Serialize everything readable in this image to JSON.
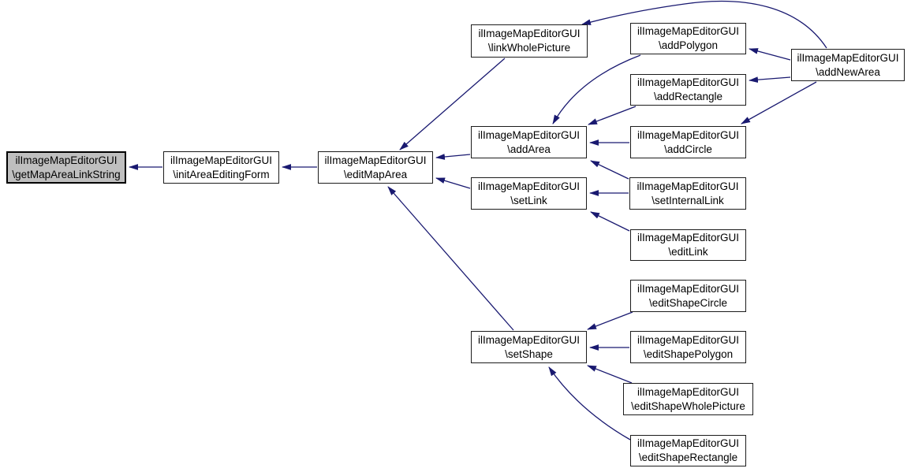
{
  "diagram": {
    "title": "ilImageMapEditorGUI::getMapAreaLinkString caller graph",
    "type": "caller-graph",
    "colors": {
      "arrow": "#191970",
      "node_border": "#1c1c1c",
      "node_fill": "#ffffff",
      "highlight_fill": "#bfbfbf",
      "text": "#000000",
      "background": "#ffffff"
    },
    "nodes": [
      {
        "id": "getMapAreaLinkString",
        "line1": "ilImageMapEditorGUI",
        "line2": "\\getMapAreaLinkString",
        "highlighted": true
      },
      {
        "id": "initAreaEditingForm",
        "line1": "ilImageMapEditorGUI",
        "line2": "\\initAreaEditingForm",
        "highlighted": false
      },
      {
        "id": "editMapArea",
        "line1": "ilImageMapEditorGUI",
        "line2": "\\editMapArea",
        "highlighted": false
      },
      {
        "id": "linkWholePicture",
        "line1": "ilImageMapEditorGUI",
        "line2": "\\linkWholePicture",
        "highlighted": false
      },
      {
        "id": "addArea",
        "line1": "ilImageMapEditorGUI",
        "line2": "\\addArea",
        "highlighted": false
      },
      {
        "id": "setLink",
        "line1": "ilImageMapEditorGUI",
        "line2": "\\setLink",
        "highlighted": false
      },
      {
        "id": "setShape",
        "line1": "ilImageMapEditorGUI",
        "line2": "\\setShape",
        "highlighted": false
      },
      {
        "id": "addPolygon",
        "line1": "ilImageMapEditorGUI",
        "line2": "\\addPolygon",
        "highlighted": false
      },
      {
        "id": "addRectangle",
        "line1": "ilImageMapEditorGUI",
        "line2": "\\addRectangle",
        "highlighted": false
      },
      {
        "id": "addCircle",
        "line1": "ilImageMapEditorGUI",
        "line2": "\\addCircle",
        "highlighted": false
      },
      {
        "id": "setInternalLink",
        "line1": "ilImageMapEditorGUI",
        "line2": "\\setInternalLink",
        "highlighted": false
      },
      {
        "id": "editLink",
        "line1": "ilImageMapEditorGUI",
        "line2": "\\editLink",
        "highlighted": false
      },
      {
        "id": "editShapeCircle",
        "line1": "ilImageMapEditorGUI",
        "line2": "\\editShapeCircle",
        "highlighted": false
      },
      {
        "id": "editShapePolygon",
        "line1": "ilImageMapEditorGUI",
        "line2": "\\editShapePolygon",
        "highlighted": false
      },
      {
        "id": "editShapeWholePicture",
        "line1": "ilImageMapEditorGUI",
        "line2": "\\editShapeWholePicture",
        "highlighted": false
      },
      {
        "id": "editShapeRectangle",
        "line1": "ilImageMapEditorGUI",
        "line2": "\\editShapeRectangle",
        "highlighted": false
      },
      {
        "id": "addNewArea",
        "line1": "ilImageMapEditorGUI",
        "line2": "\\addNewArea",
        "highlighted": false
      }
    ],
    "edges": [
      {
        "from": "initAreaEditingForm",
        "to": "getMapAreaLinkString"
      },
      {
        "from": "editMapArea",
        "to": "initAreaEditingForm"
      },
      {
        "from": "linkWholePicture",
        "to": "editMapArea"
      },
      {
        "from": "addArea",
        "to": "editMapArea"
      },
      {
        "from": "setLink",
        "to": "editMapArea"
      },
      {
        "from": "setShape",
        "to": "editMapArea"
      },
      {
        "from": "addPolygon",
        "to": "addArea"
      },
      {
        "from": "addRectangle",
        "to": "addArea"
      },
      {
        "from": "addCircle",
        "to": "addArea"
      },
      {
        "from": "setInternalLink",
        "to": "addArea"
      },
      {
        "from": "setInternalLink",
        "to": "setLink"
      },
      {
        "from": "editLink",
        "to": "setLink"
      },
      {
        "from": "addNewArea",
        "to": "linkWholePicture"
      },
      {
        "from": "addNewArea",
        "to": "addPolygon"
      },
      {
        "from": "addNewArea",
        "to": "addRectangle"
      },
      {
        "from": "addNewArea",
        "to": "addCircle"
      },
      {
        "from": "editShapeCircle",
        "to": "setShape"
      },
      {
        "from": "editShapePolygon",
        "to": "setShape"
      },
      {
        "from": "editShapeWholePicture",
        "to": "setShape"
      },
      {
        "from": "editShapeRectangle",
        "to": "setShape"
      }
    ]
  }
}
